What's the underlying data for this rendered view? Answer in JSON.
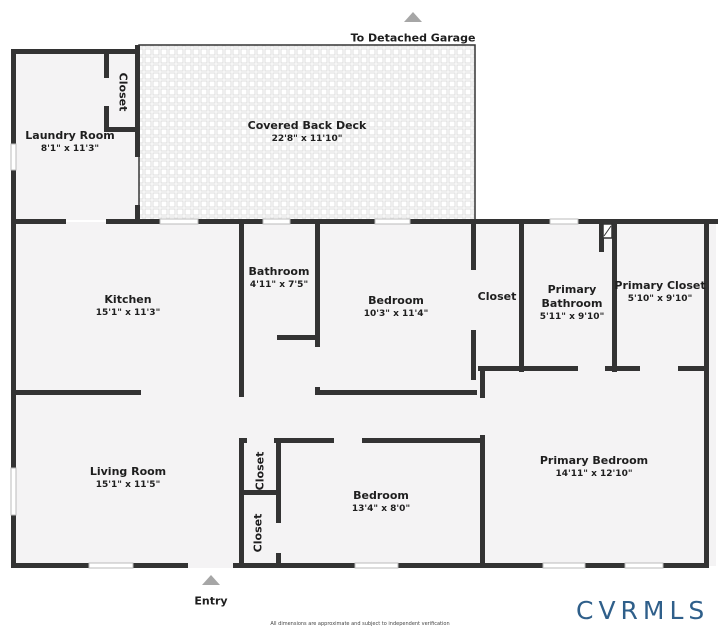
{
  "floorplan": {
    "rooms": [
      {
        "id": "laundry",
        "name": "Laundry Room",
        "dims": "8'1\" x 11'3\""
      },
      {
        "id": "deck",
        "name": "Covered Back Deck",
        "dims": "22'8\" x 11'10\""
      },
      {
        "id": "kitchen",
        "name": "Kitchen",
        "dims": "15'1\" x 11'3\""
      },
      {
        "id": "bathroom",
        "name": "Bathroom",
        "dims": "4'11\" x 7'5\""
      },
      {
        "id": "bedroom1",
        "name": "Bedroom",
        "dims": "10'3\" x 11'4\""
      },
      {
        "id": "closet_hall",
        "name": "Closet",
        "dims": ""
      },
      {
        "id": "primary_bath_line1",
        "name": "Primary",
        "dims": ""
      },
      {
        "id": "primary_bath",
        "name": "Bathroom",
        "dims": "5'11\" x 9'10\""
      },
      {
        "id": "primary_closet",
        "name": "Primary Closet",
        "dims": "5'10\" x 9'10\""
      },
      {
        "id": "living",
        "name": "Living Room",
        "dims": "15'1\" x 11'5\""
      },
      {
        "id": "bedroom2",
        "name": "Bedroom",
        "dims": "13'4\" x 8'0\""
      },
      {
        "id": "primary_bedroom",
        "name": "Primary Bedroom",
        "dims": "14'11\" x 12'10\""
      }
    ],
    "closets": {
      "laundry_closet": "Closet",
      "hall_closet_upper": "Closet",
      "hall_closet_lower": "Closet"
    },
    "markers": {
      "garage": "To Detached Garage",
      "entry": "Entry"
    },
    "disclaimer": "All dimensions are approximate and subject to independent verification",
    "logo": "CVRMLS",
    "colors": {
      "wall": "#333333",
      "floor": "#f4f3f4",
      "deck_grid": "#dcdcdc",
      "marker": "#a6a6a6",
      "logo": "#2f5f8a"
    }
  }
}
